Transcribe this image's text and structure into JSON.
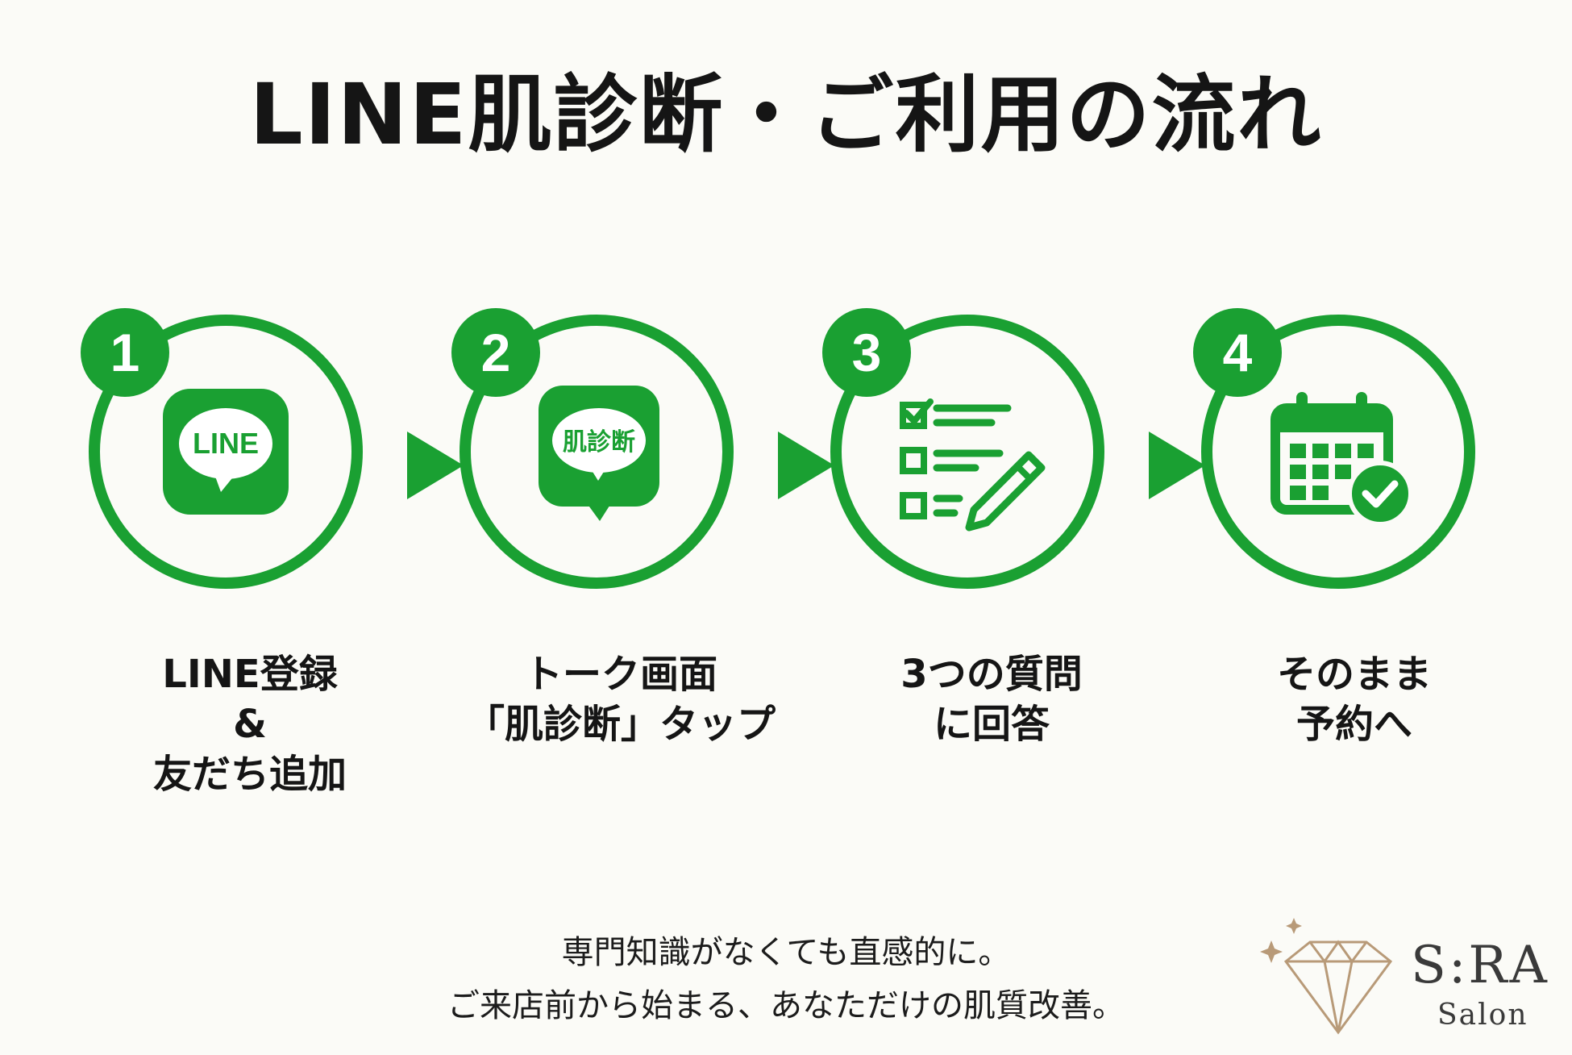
{
  "title": "LINE肌診断・ご利用の流れ",
  "accent_color": "#1aa032",
  "steps": [
    {
      "number": "1",
      "icon": "line-app-icon",
      "icon_text": "LINE",
      "label_lines": [
        "LINE登録",
        "&",
        "友だち追加"
      ]
    },
    {
      "number": "2",
      "icon": "chat-bubble-icon",
      "icon_text": "肌診断",
      "label_lines": [
        "トーク画面",
        "「肌診断」タップ"
      ]
    },
    {
      "number": "3",
      "icon": "checklist-pencil-icon",
      "label_lines": [
        "3つの質問",
        "に回答"
      ]
    },
    {
      "number": "4",
      "icon": "calendar-check-icon",
      "label_lines": [
        "そのまま",
        "予約へ"
      ]
    }
  ],
  "footer": {
    "line1": "専門知識がなくても直感的に。",
    "line2": "ご来店前から始まる、あなただけの肌質改善。"
  },
  "brand": {
    "name": "S:RA",
    "sub": "Salon",
    "icon": "diamond-sparkle-icon"
  }
}
